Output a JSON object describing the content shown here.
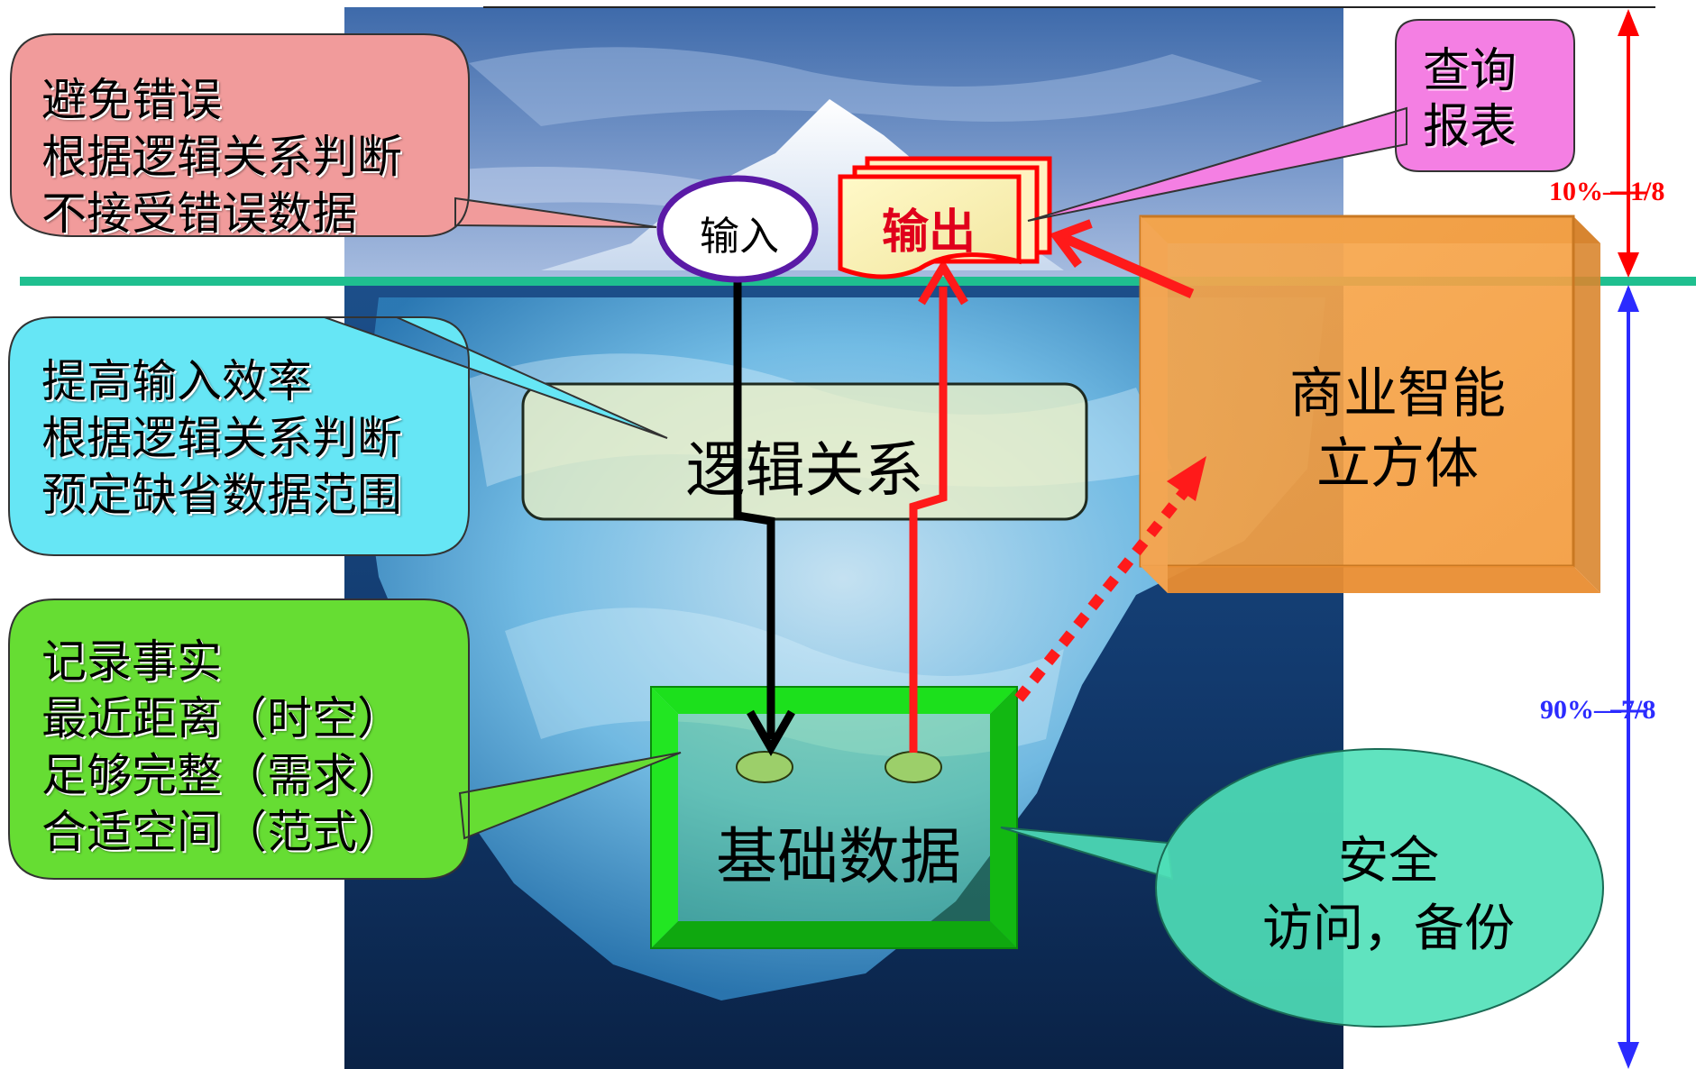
{
  "callouts": {
    "errors": "避免错误\n根据逻辑关系判断\n不接受错误数据",
    "efficiency": "提高输入效率\n根据逻辑关系判断\n预定缺省数据范围",
    "facts": "记录事实\n最近距离（时空）\n足够完整（需求）\n合适空间（范式）"
  },
  "nodes": {
    "input": "输入",
    "output": "输出",
    "logic": "逻辑关系",
    "bi_cube": "商业智能\n立方体",
    "basic_data": "基础数据",
    "security": "安全\n访问，备份",
    "query": "查询\n报表"
  },
  "scale": {
    "above_label": "10%—1/8",
    "below_label": "90%—7/8"
  },
  "colors": {
    "sky": "#6d8fc4",
    "water": "#123a6e",
    "waterline": "#1fbf8f",
    "errors_callout": "#f19b9b",
    "efficiency_callout": "#66e6f5",
    "facts_callout": "#66dd33",
    "query_callout": "#f47fe3",
    "bi_cube": "#f4a04a",
    "basic_data_box": "#18d418",
    "security_ellipse": "#4fe0b8",
    "above_arrow": "#ff0000",
    "below_arrow": "#2b2bff",
    "input_ring": "#5a1aa6"
  }
}
